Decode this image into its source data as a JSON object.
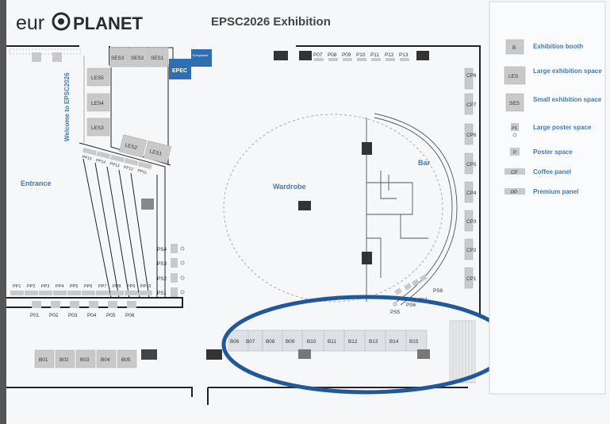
{
  "brand": {
    "logo_left": "eur",
    "logo_right": "PLANET"
  },
  "title": "EPSC2026 Exhibition",
  "areas": {
    "entrance": "Entrance",
    "wardrobe": "Wardrobe",
    "bar": "Bar",
    "welcome": "Welcome to EPSC2026",
    "epec": "EPEC",
    "europlanet": "Europlanet"
  },
  "ses_top": [
    "SES3",
    "SES2",
    "SES1"
  ],
  "les_left": [
    "LES5",
    "LES4",
    "LES3"
  ],
  "les_angled": [
    "LES2",
    "LES1"
  ],
  "pp_angled": [
    "PP15",
    "PP14",
    "PP13",
    "PP12",
    "PP11"
  ],
  "pp_bottom": [
    "PP1",
    "PP2",
    "PP3",
    "PP4",
    "PP5",
    "PP6",
    "PP7",
    "PP8",
    "PP9",
    "PP10"
  ],
  "posters_top": [
    "P07",
    "P08",
    "P09",
    "P10",
    "P11",
    "P12",
    "P13"
  ],
  "posters_bottom": [
    "P01",
    "P02",
    "P03",
    "P04",
    "P05",
    "P06"
  ],
  "ps_left": [
    "PS4",
    "PS3",
    "PS2",
    "PS1"
  ],
  "ps_bar": [
    "PS8",
    "PS7",
    "PS6",
    "PS5"
  ],
  "coffee_panels": [
    "CP8",
    "CP7",
    "CP6",
    "CP5",
    "CP4",
    "CP3",
    "CP2",
    "CP1"
  ],
  "booths_left": [
    "B01",
    "B02",
    "B03",
    "B04",
    "B05"
  ],
  "booths_right": [
    "B06",
    "B07",
    "B08",
    "B09",
    "B10",
    "B11",
    "B12",
    "B13",
    "B14",
    "B15"
  ],
  "legend": [
    {
      "code": "B",
      "label": "Exhibition booth"
    },
    {
      "code": "LES",
      "label": "Large exhibition space"
    },
    {
      "code": "SES",
      "label": "Small exhibition space"
    },
    {
      "code": "PS",
      "label": "Large poster space"
    },
    {
      "code": "P",
      "label": "Poster space"
    },
    {
      "code": "CP",
      "label": "Coffee panel"
    },
    {
      "code": "PP",
      "label": "Premium panel"
    }
  ],
  "colors": {
    "accent": "#3f7bb3",
    "epec": "#2f6fb1",
    "highlight_ring": "#22579a",
    "booth": "#c9c9c9",
    "dark": "#3a3a3a"
  }
}
